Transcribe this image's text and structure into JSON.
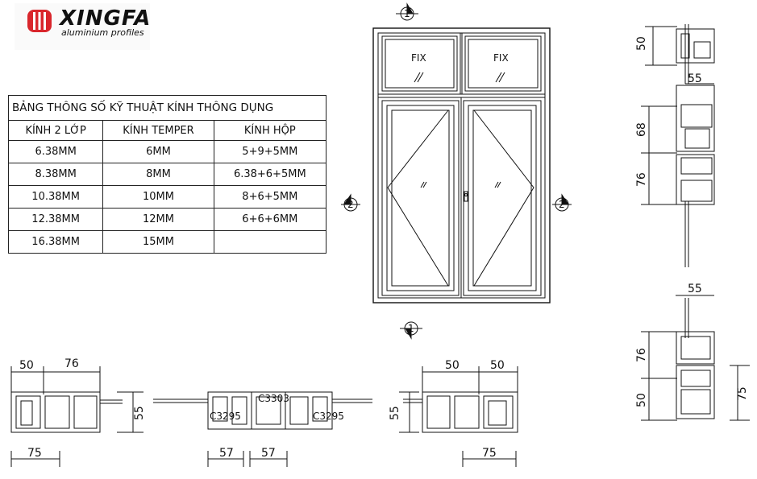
{
  "logo": {
    "brand": "XINGFA",
    "tagline": "aluminium profiles",
    "colors": {
      "mark": "#d9262c",
      "text": "#111111"
    }
  },
  "glass_table": {
    "title": "BẢNG THÔNG SỐ KỸ THUẬT KÍNH  THÔNG DỤNG",
    "headers": [
      "KÍNH 2 LỚP",
      "KÍNH TEMPER",
      "KÍNH HỘP"
    ],
    "rows": [
      [
        "6.38MM",
        "6MM",
        "5+9+5MM"
      ],
      [
        "8.38MM",
        "8MM",
        "6.38+6+5MM"
      ],
      [
        "10.38MM",
        "10MM",
        "8+6+5MM"
      ],
      [
        "12.38MM",
        "12MM",
        "6+6+6MM"
      ],
      [
        "16.38MM",
        "15MM",
        ""
      ]
    ]
  },
  "elevation": {
    "fix_labels": [
      "FIX",
      "FIX"
    ],
    "section_markers": {
      "top": "1",
      "bottom": "1",
      "left": "2",
      "right": "2"
    }
  },
  "dimensions": {
    "right_upper": [
      "50",
      "55",
      "68",
      "76"
    ],
    "right_lower": [
      "55",
      "76",
      "50",
      "75"
    ],
    "bottom_left": [
      "50",
      "76",
      "55",
      "75"
    ],
    "bottom_center": [
      "57",
      "57"
    ],
    "bottom_right": [
      "50",
      "50",
      "55",
      "75"
    ]
  },
  "profile_codes": [
    "C3295",
    "C3303",
    "C3295"
  ]
}
